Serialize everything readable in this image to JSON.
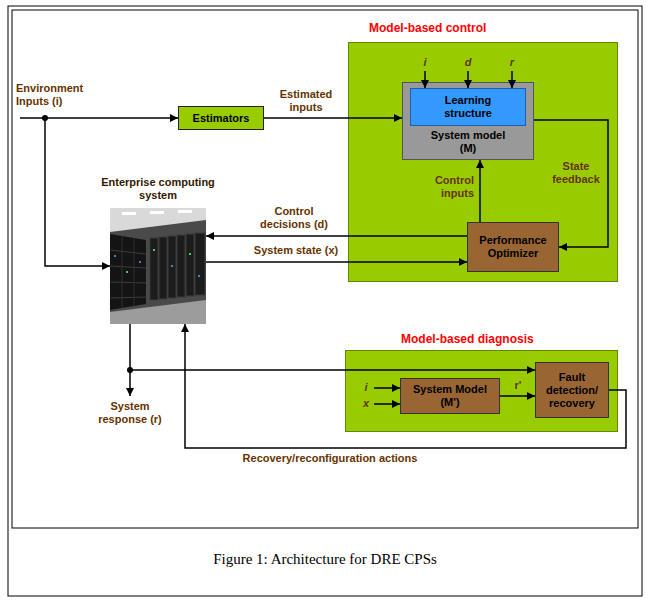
{
  "diagram": {
    "caption": "Figure 1: Architecture for DRE CPSs",
    "nodes": [
      {
        "text": [
          "Model-based control"
        ]
      },
      {
        "text": [
          "System model (M)"
        ],
        "in": 0
      },
      {
        "text": [
          "Learning structure"
        ],
        "in": 1
      },
      {
        "text": [
          "Performance Optimizer"
        ],
        "in": 0
      },
      {
        "text": [
          "Estimators"
        ]
      },
      {
        "text": [
          "Enterprise computing system"
        ]
      },
      {
        "text": [
          "Model-based diagnosis"
        ]
      },
      {
        "text": [
          "System Model (M')"
        ],
        "in": 6
      },
      {
        "text": [
          "Fault detection/ recovery"
        ],
        "in": 6
      }
    ],
    "edges": [
      {
        "from": 4,
        "to": 1,
        "arrow": "to",
        "label": "Estimated inputs"
      },
      {
        "from": 3,
        "to": 1,
        "arrow": "to",
        "label": "Control inputs"
      },
      {
        "from": 1,
        "to": 3,
        "arrow": "to",
        "label": "State feedback"
      },
      {
        "from": 3,
        "to": 5,
        "arrow": "to",
        "label": "Control decisions (d)"
      },
      {
        "from": 5,
        "to": 3,
        "arrow": "to",
        "label": "System state (x)"
      },
      {
        "from": 5,
        "to": 8,
        "arrow": "to"
      },
      {
        "from": 7,
        "to": 8,
        "arrow": "to",
        "label": "r'"
      },
      {
        "from": 8,
        "to": 5,
        "arrow": "to",
        "label": "Recovery/reconfiguration actions"
      }
    ],
    "labels": [
      "Environment Inputs (i)",
      "System response (r)",
      "i",
      "d",
      "r",
      "i",
      "x"
    ]
  }
}
